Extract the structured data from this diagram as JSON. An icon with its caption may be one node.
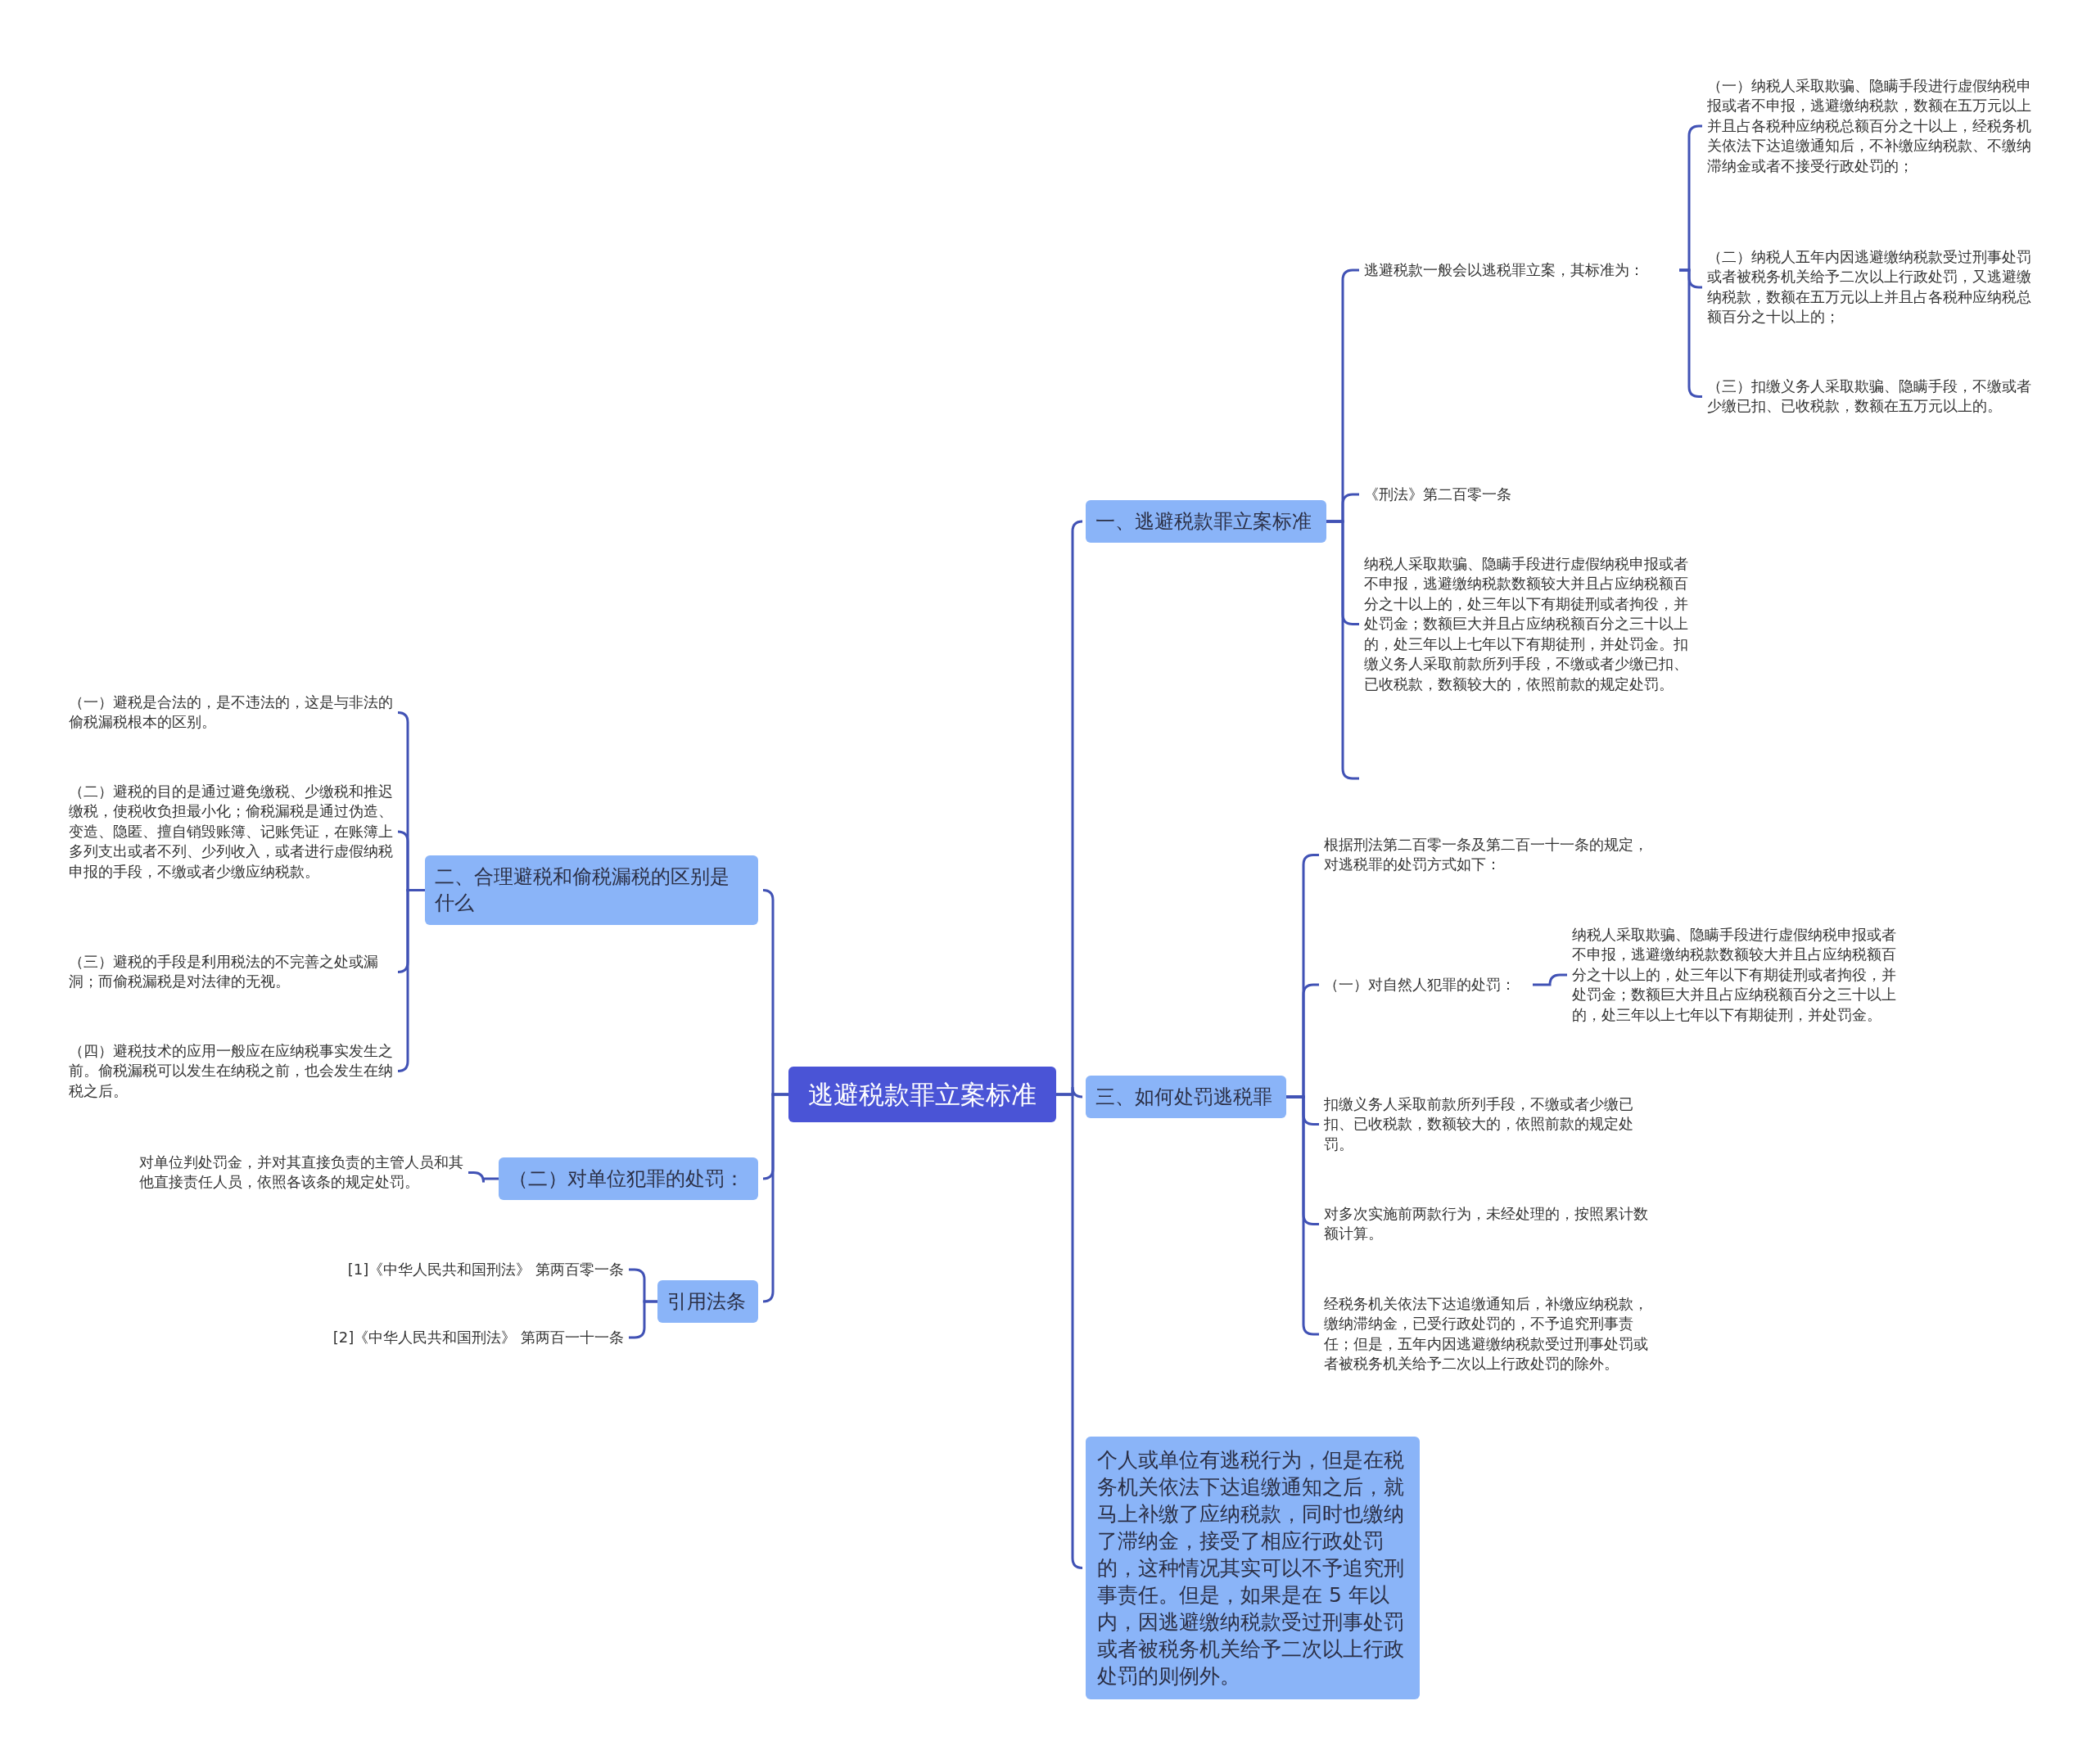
{
  "diagram": {
    "nodes": [
      {
        "text": [
          "逃避税款罪立案标准"
        ]
      },
      {
        "text": [
          "一、逃避税款罪立案标准"
        ]
      },
      {
        "text": [
          "逃避税款一般会以逃税罪立案，其标准为："
        ]
      },
      {
        "text": [
          "（一）纳税人采取欺骗、隐瞒手段进行虚假纳税申报或者不申报，逃避缴纳税款，数额在五万元以上并且占各税种应纳税总额百分之十以上，经税务机关依法下达追缴通知后，不补缴应纳税款、不缴纳滞纳金或者不接受行政处罚的；"
        ]
      },
      {
        "text": [
          "（二）纳税人五年内因逃避缴纳税款受过刑事处罚或者被税务机关给予二次以上行政处罚，又逃避缴纳税款，数额在五万元以上并且占各税种应纳税总额百分之十以上的；"
        ]
      },
      {
        "text": [
          "（三）扣缴义务人采取欺骗、隐瞒手段，不缴或者少缴已扣、已收税款，数额在五万元以上的。"
        ]
      },
      {
        "text": [
          "《刑法》第二百零一条"
        ]
      },
      {
        "text": [
          "纳税人采取欺骗、隐瞒手段进行虚假纳税申报或者不申报，逃避缴纳税款数额较大并且占应纳税额百分之十以上的，处三年以下有期徒刑或者拘役，并处罚金；数额巨大并且占应纳税额百分之三十以上的，处三年以上七年以下有期徒刑，并处罚金。扣缴义务人采取前款所列手段，不缴或者少缴已扣、已收税款，数额较大的，依照前款的规定处罚。"
        ]
      },
      {
        "text": [
          "二、合理避税和偷税漏税的区别是什么"
        ]
      },
      {
        "text": [
          "（一）避税是合法的，是不违法的，这是与非法的偷税漏税根本的区别。"
        ]
      },
      {
        "text": [
          "（二）避税的目的是通过避免缴税、少缴税和推迟缴税，使税收负担最小化；偷税漏税是通过伪造、变造、隐匿、擅自销毁账簿、记账凭证，在账簿上多列支出或者不列、少列收入，或者进行虚假纳税申报的手段，不缴或者少缴应纳税款。"
        ]
      },
      {
        "text": [
          "（三）避税的手段是利用税法的不完善之处或漏洞；而偷税漏税是对法律的无视。"
        ]
      },
      {
        "text": [
          "（四）避税技术的应用一般应在应纳税事实发生之前。偷税漏税可以发生在纳税之前，也会发生在纳税之后。"
        ]
      },
      {
        "text": [
          "（二）对单位犯罪的处罚："
        ]
      },
      {
        "text": [
          "对单位判处罚金，并对其直接负责的主管人员和其他直接责任人员，依照各该条的规定处罚。"
        ]
      },
      {
        "text": [
          "引用法条"
        ]
      },
      {
        "text": [
          "[1]《中华人民共和国刑法》 第两百零一条"
        ]
      },
      {
        "text": [
          "[2]《中华人民共和国刑法》 第两百一十一条"
        ]
      },
      {
        "text": [
          "三、如何处罚逃税罪"
        ]
      },
      {
        "text": [
          "根据刑法第二百零一条及第二百一十一条的规定，对逃税罪的处罚方式如下："
        ]
      },
      {
        "text": [
          "（一）对自然人犯罪的处罚："
        ]
      },
      {
        "text": [
          "纳税人采取欺骗、隐瞒手段进行虚假纳税申报或者不申报，逃避缴纳税款数额较大并且占应纳税额百分之十以上的，处三年以下有期徒刑或者拘役，并处罚金；数额巨大并且占应纳税额百分之三十以上的，处三年以上七年以下有期徒刑，并处罚金。"
        ]
      },
      {
        "text": [
          "扣缴义务人采取前款所列手段，不缴或者少缴已扣、已收税款，数额较大的，依照前款的规定处罚。"
        ]
      },
      {
        "text": [
          "对多次实施前两款行为，未经处理的，按照累计数额计算。"
        ]
      },
      {
        "text": [
          "经税务机关依法下达追缴通知后，补缴应纳税款，缴纳滞纳金，已受行政处罚的，不予追究刑事责任；但是，五年内因逃避缴纳税款受过刑事处罚或者被税务机关给予二次以上行政处罚的除外。"
        ]
      },
      {
        "text": [
          "个人或单位有逃税行为，但是在税务机关依法下达追缴通知之后，就马上补缴了应纳税款，同时也缴纳了滞纳金，接受了相应行政处罚的，这种情况其实可以不予追究刑事责任。但是，如果是在 5 年以内，因逃避缴纳税款受过刑事处罚或者被税务机关给予二次以上行政处罚的则例外。"
        ]
      }
    ],
    "edges": [
      {
        "from": 0,
        "to": 1,
        "arrow": "none"
      },
      {
        "from": 0,
        "to": 18,
        "arrow": "none"
      },
      {
        "from": 0,
        "to": 25,
        "arrow": "none"
      },
      {
        "from": 0,
        "to": 8,
        "arrow": "none"
      },
      {
        "from": 0,
        "to": 13,
        "arrow": "none"
      },
      {
        "from": 0,
        "to": 15,
        "arrow": "none"
      },
      {
        "from": 1,
        "to": 2,
        "arrow": "none"
      },
      {
        "from": 1,
        "to": 6,
        "arrow": "none"
      },
      {
        "from": 1,
        "to": 7,
        "arrow": "none"
      },
      {
        "from": 1,
        "to": null,
        "arrow": "none"
      },
      {
        "from": 2,
        "to": 3,
        "arrow": "none"
      },
      {
        "from": 2,
        "to": 4,
        "arrow": "none"
      },
      {
        "from": 2,
        "to": 5,
        "arrow": "none"
      },
      {
        "from": 8,
        "to": 9,
        "arrow": "none"
      },
      {
        "from": 8,
        "to": 10,
        "arrow": "none"
      },
      {
        "from": 8,
        "to": 11,
        "arrow": "none"
      },
      {
        "from": 8,
        "to": 12,
        "arrow": "none"
      },
      {
        "from": 13,
        "to": 14,
        "arrow": "none"
      },
      {
        "from": 15,
        "to": 16,
        "arrow": "none"
      },
      {
        "from": 15,
        "to": 17,
        "arrow": "none"
      },
      {
        "from": 18,
        "to": 19,
        "arrow": "none"
      },
      {
        "from": 18,
        "to": 20,
        "arrow": "none"
      },
      {
        "from": 18,
        "to": 22,
        "arrow": "none"
      },
      {
        "from": 18,
        "to": 23,
        "arrow": "none"
      },
      {
        "from": 18,
        "to": 24,
        "arrow": "none"
      },
      {
        "from": 20,
        "to": 21,
        "arrow": "none"
      }
    ]
  }
}
